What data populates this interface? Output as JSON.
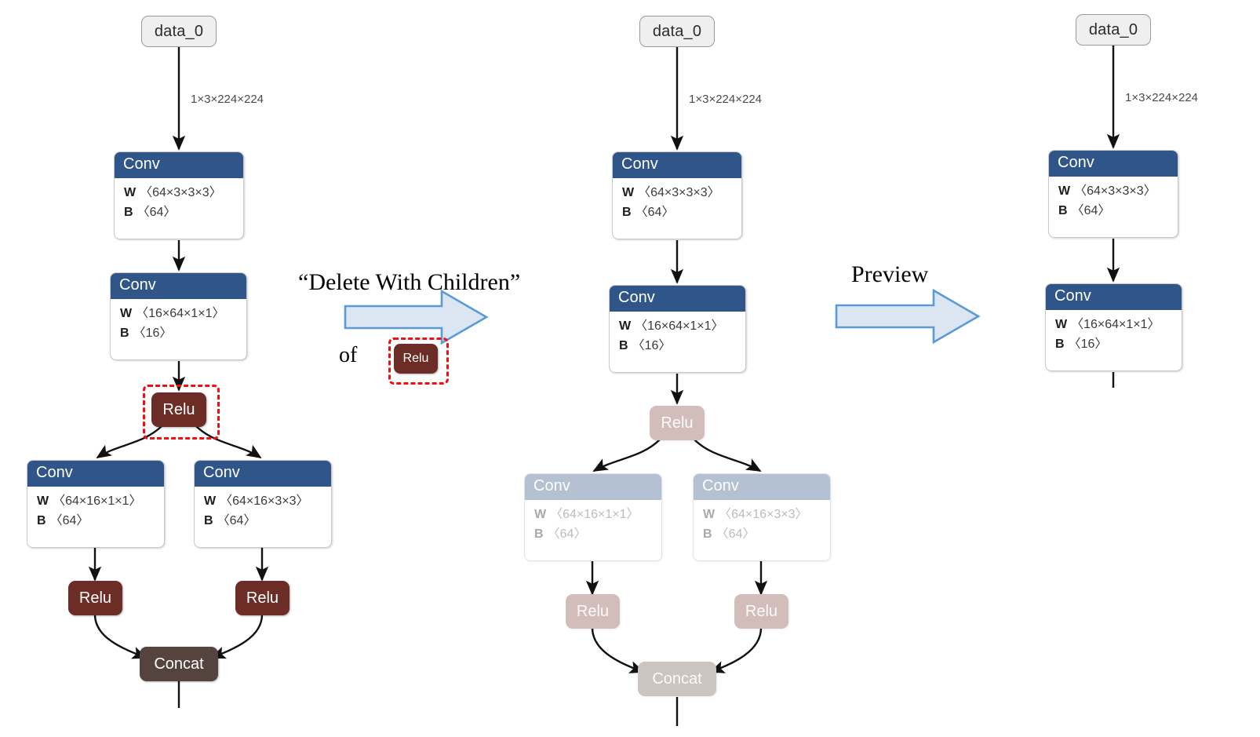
{
  "diagram": {
    "title": "Delete With Children preview of ONNX graph editing",
    "tensor_label": "1×3×224×224",
    "labels": {
      "data": "data_0",
      "conv": "Conv",
      "relu": "Relu",
      "concat": "Concat",
      "w": "W",
      "b": "B"
    },
    "colors": {
      "conv_header": "#2f5589",
      "conv_header_faded": "#b4c1d3",
      "relu": "#6d2d27",
      "relu_faded": "#d3bdbb",
      "concat": "#55433d",
      "concat_faded": "#cbc4c0",
      "selection": "#ee1111",
      "arrow_fill": "#dce6f2",
      "arrow_stroke": "#5b9bd5",
      "data_node": "#efefef"
    }
  },
  "annotations": {
    "step1_title": "“Delete With Children”",
    "step1_of": "of",
    "step1_chip": "Relu",
    "step2_title": "Preview"
  },
  "panels": [
    {
      "id": "original",
      "name": "original-graph",
      "nodes": {
        "data": {
          "label": "data_0"
        },
        "conv1": {
          "header": "Conv",
          "w_key": "W",
          "w_val": "〈64×3×3×3〉",
          "b_key": "B",
          "b_val": "〈64〉"
        },
        "conv2": {
          "header": "Conv",
          "w_key": "W",
          "w_val": "〈16×64×1×1〉",
          "b_key": "B",
          "b_val": "〈16〉"
        },
        "relu_sel": {
          "label": "Relu",
          "selected": true
        },
        "conv3": {
          "header": "Conv",
          "w_key": "W",
          "w_val": "〈64×16×1×1〉",
          "b_key": "B",
          "b_val": "〈64〉"
        },
        "conv4": {
          "header": "Conv",
          "w_key": "W",
          "w_val": "〈64×16×3×3〉",
          "b_key": "B",
          "b_val": "〈64〉"
        },
        "relu_l": {
          "label": "Relu"
        },
        "relu_r": {
          "label": "Relu"
        },
        "concat": {
          "label": "Concat"
        }
      },
      "edge_label": "1×3×224×224"
    },
    {
      "id": "preview",
      "name": "preview-graph",
      "nodes": {
        "data": {
          "label": "data_0"
        },
        "conv1": {
          "header": "Conv",
          "w_key": "W",
          "w_val": "〈64×3×3×3〉",
          "b_key": "B",
          "b_val": "〈64〉"
        },
        "conv2": {
          "header": "Conv",
          "w_key": "W",
          "w_val": "〈16×64×1×1〉",
          "b_key": "B",
          "b_val": "〈16〉"
        },
        "relu_top": {
          "label": "Relu",
          "faded": true
        },
        "conv3": {
          "header": "Conv",
          "w_key": "W",
          "w_val": "〈64×16×1×1〉",
          "b_key": "B",
          "b_val": "〈64〉",
          "faded": true
        },
        "conv4": {
          "header": "Conv",
          "w_key": "W",
          "w_val": "〈64×16×3×3〉",
          "b_key": "B",
          "b_val": "〈64〉",
          "faded": true
        },
        "relu_l": {
          "label": "Relu",
          "faded": true
        },
        "relu_r": {
          "label": "Relu",
          "faded": true
        },
        "concat": {
          "label": "Concat",
          "faded": true
        }
      },
      "edge_label": "1×3×224×224"
    },
    {
      "id": "result",
      "name": "result-graph",
      "nodes": {
        "data": {
          "label": "data_0"
        },
        "conv1": {
          "header": "Conv",
          "w_key": "W",
          "w_val": "〈64×3×3×3〉",
          "b_key": "B",
          "b_val": "〈64〉"
        },
        "conv2": {
          "header": "Conv",
          "w_key": "W",
          "w_val": "〈16×64×1×1〉",
          "b_key": "B",
          "b_val": "〈16〉"
        }
      },
      "edge_label": "1×3×224×224"
    }
  ]
}
